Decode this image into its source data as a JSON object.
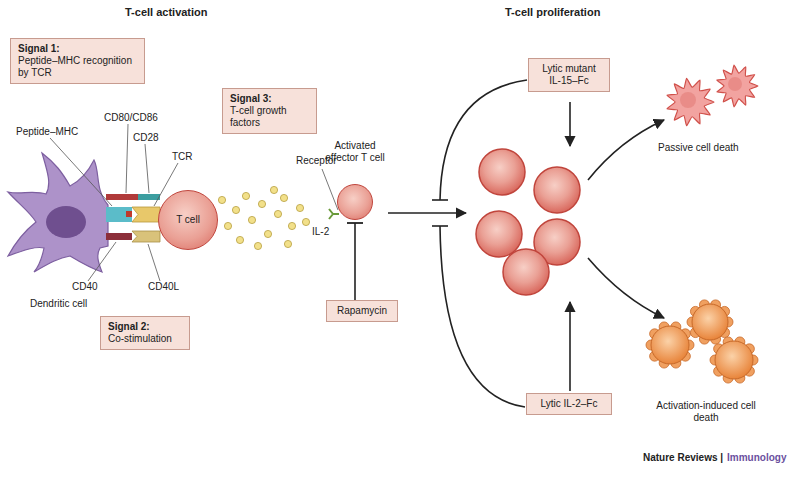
{
  "diagram": {
    "nodes": [
      {
        "text": [
          "Signal 1:",
          "Peptide–MHC recognition by TCR"
        ]
      },
      {
        "text": [
          "Lytic mutant IL-15–Fc"
        ]
      },
      {
        "text": [
          "Signal 3:",
          "T-cell growth factors"
        ]
      },
      {
        "text": [
          "T cell"
        ]
      },
      {
        "text": [
          "Activated effector T cell"
        ]
      },
      {
        "text": [
          "Rapamycin"
        ]
      },
      {
        "text": [
          "Signal 2:",
          "Co-stimulation"
        ]
      },
      {
        "text": [
          "Lytic IL-2–Fc"
        ]
      }
    ],
    "edges": [
      {
        "from": 5,
        "to": 4,
        "arrow": "to"
      }
    ],
    "labels": [
      "T-cell activation",
      "T-cell proliferation",
      "Peptide–MHC",
      "CD80/CD86",
      "CD28",
      "TCR",
      "CD40",
      "CD40L",
      "Dendritic cell",
      "Receptor",
      "IL-2",
      "Passive cell death",
      "Activation-induced cell death",
      "Nature Reviews |",
      "Immunology"
    ]
  }
}
